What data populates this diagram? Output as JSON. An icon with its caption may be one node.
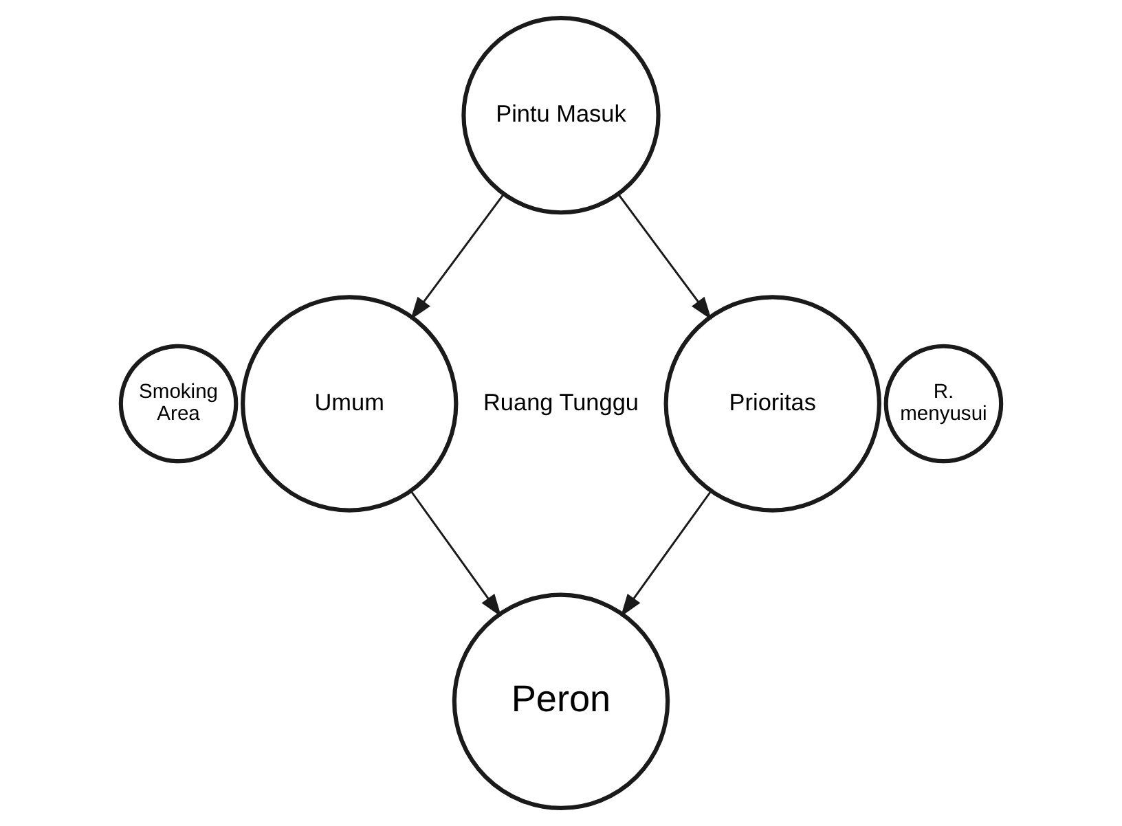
{
  "diagram": {
    "nodes": [
      {
        "text": [
          "Pintu Masuk"
        ]
      },
      {
        "text": [
          "Smoking Area"
        ]
      },
      {
        "text": [
          "Umum"
        ]
      },
      {
        "text": [
          "Prioritas"
        ]
      },
      {
        "text": [
          "R. menyusui"
        ]
      },
      {
        "text": [
          "Peron"
        ]
      }
    ],
    "edges": [
      {
        "from": 0,
        "to": 2,
        "arrow": "to"
      },
      {
        "from": 0,
        "to": 3,
        "arrow": "to"
      },
      {
        "from": 2,
        "to": 5,
        "arrow": "to"
      },
      {
        "from": 3,
        "to": 5,
        "arrow": "to"
      }
    ],
    "labels": [
      "Ruang Tunggu"
    ]
  }
}
